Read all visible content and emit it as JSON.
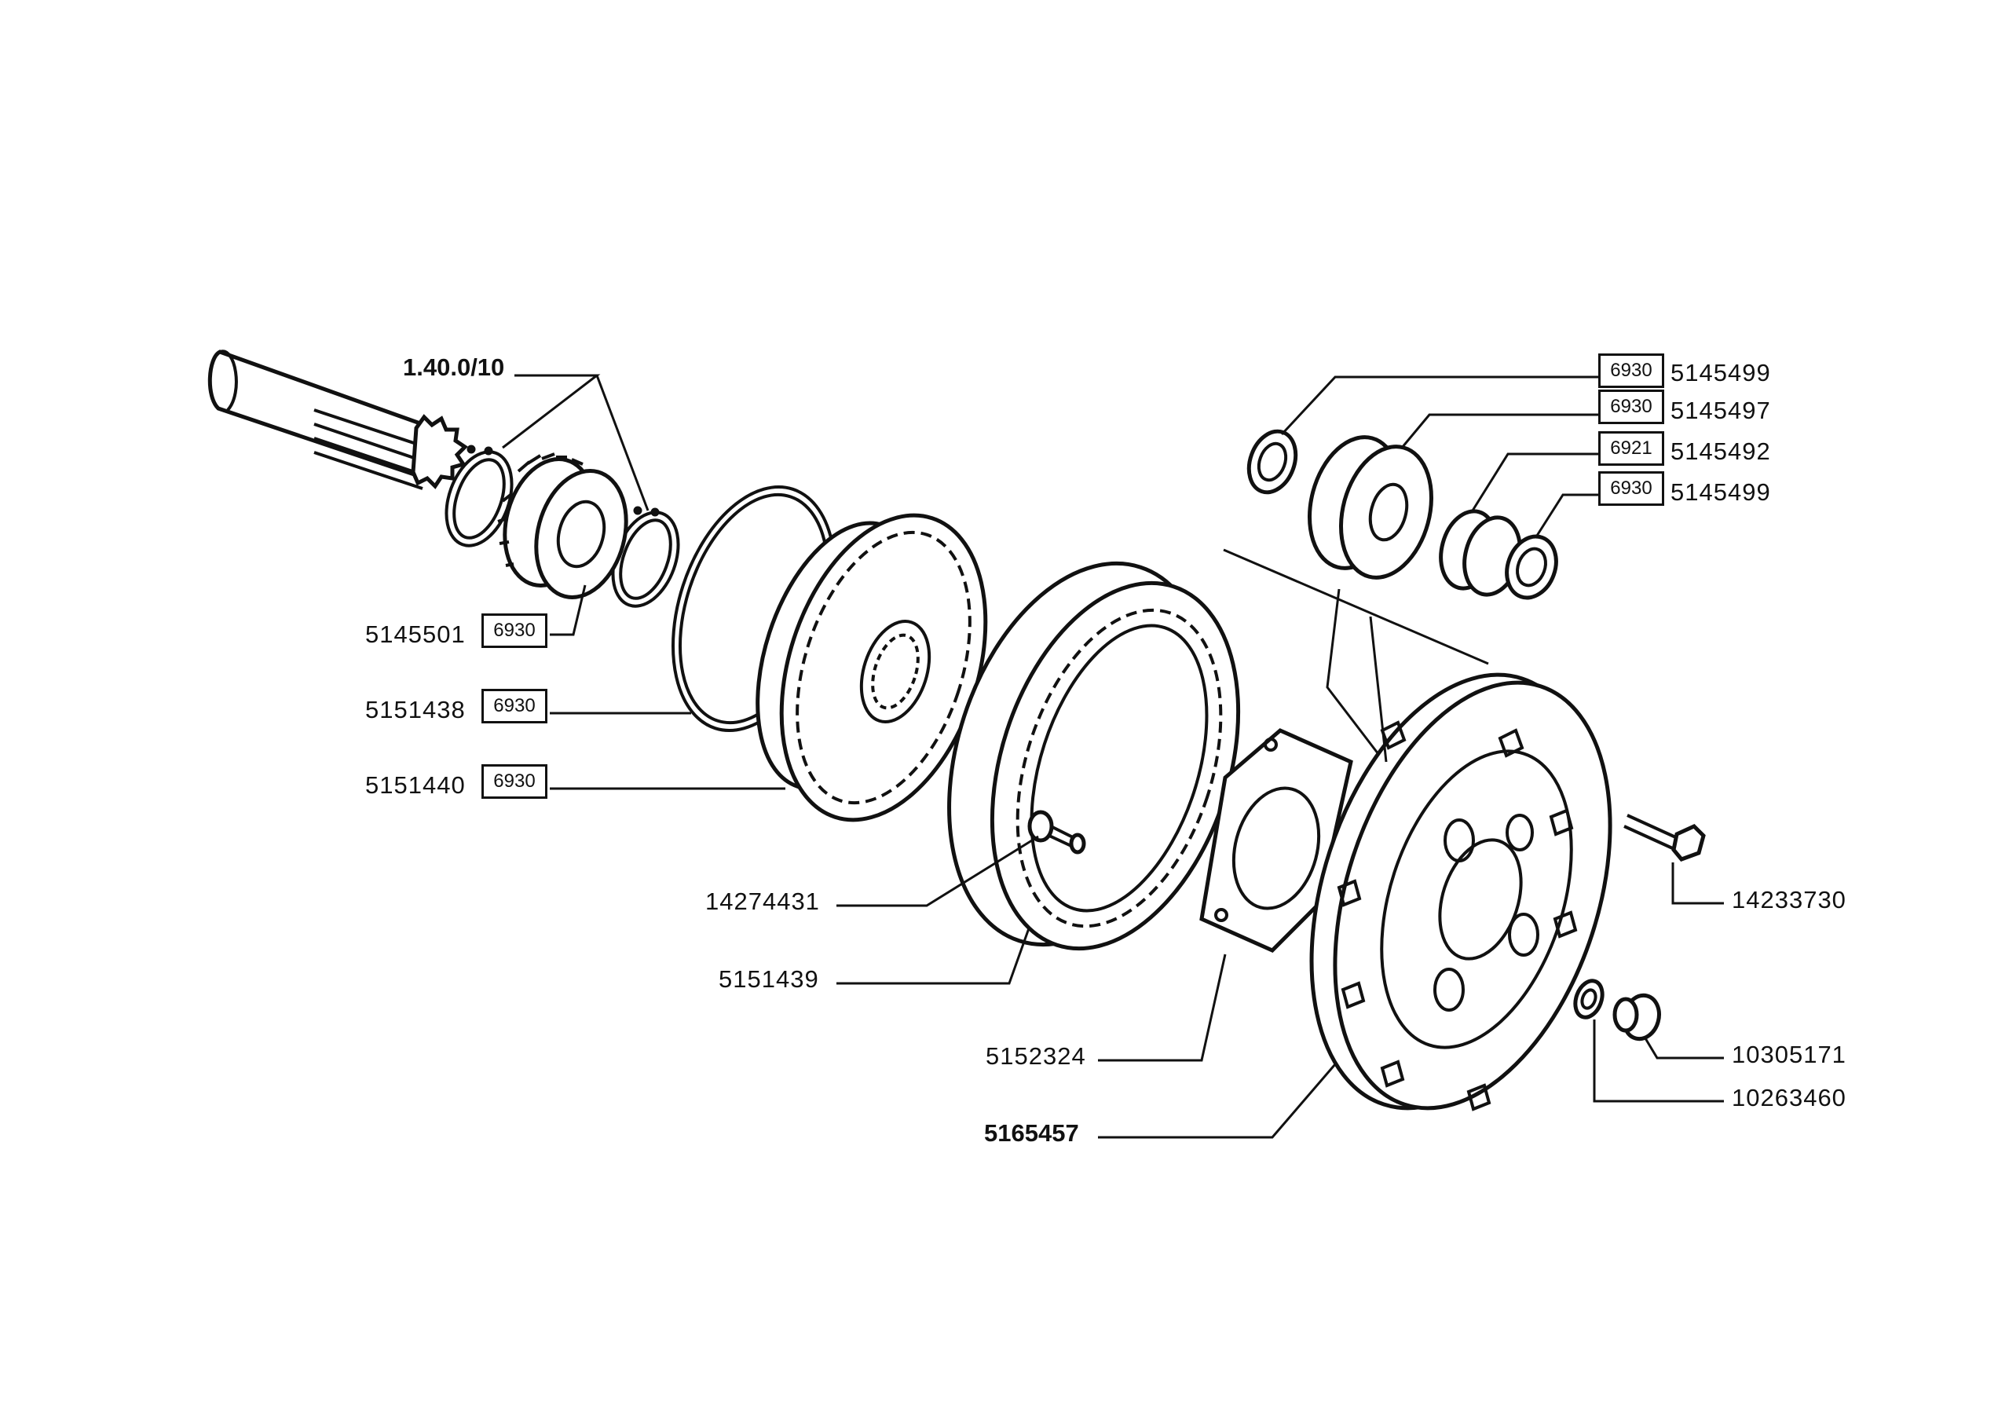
{
  "diagram": {
    "callouts": [
      {
        "id": "c1",
        "part_no": "1.40.0/10",
        "ref": "",
        "bold": true
      },
      {
        "id": "c2",
        "part_no": "5145501",
        "ref": "6930"
      },
      {
        "id": "c3",
        "part_no": "5151438",
        "ref": "6930"
      },
      {
        "id": "c4",
        "part_no": "5151440",
        "ref": "6930"
      },
      {
        "id": "c5",
        "part_no": "14274431",
        "ref": ""
      },
      {
        "id": "c6",
        "part_no": "5151439",
        "ref": ""
      },
      {
        "id": "c7",
        "part_no": "5152324",
        "ref": ""
      },
      {
        "id": "c8",
        "part_no": "5165457",
        "ref": "",
        "bold": true
      },
      {
        "id": "c9",
        "part_no": "5145499",
        "ref": "6930"
      },
      {
        "id": "c10",
        "part_no": "5145497",
        "ref": "6930"
      },
      {
        "id": "c11",
        "part_no": "5145492",
        "ref": "6921"
      },
      {
        "id": "c12",
        "part_no": "5145499",
        "ref": "6930"
      },
      {
        "id": "c13",
        "part_no": "14233730",
        "ref": ""
      },
      {
        "id": "c14",
        "part_no": "10305171",
        "ref": ""
      },
      {
        "id": "c15",
        "part_no": "10263460",
        "ref": ""
      }
    ],
    "parts": [
      "shaft",
      "snap-ring",
      "pinion-gear",
      "snap-ring",
      "o-ring",
      "sun-gear-carrier",
      "ring-gear",
      "cap-screw",
      "spacer-plate",
      "planet-carrier-cover",
      "thrust-washer",
      "planet-gear",
      "needle-bearing",
      "thrust-washer",
      "cap-screw",
      "plug",
      "sealing-washer"
    ]
  }
}
